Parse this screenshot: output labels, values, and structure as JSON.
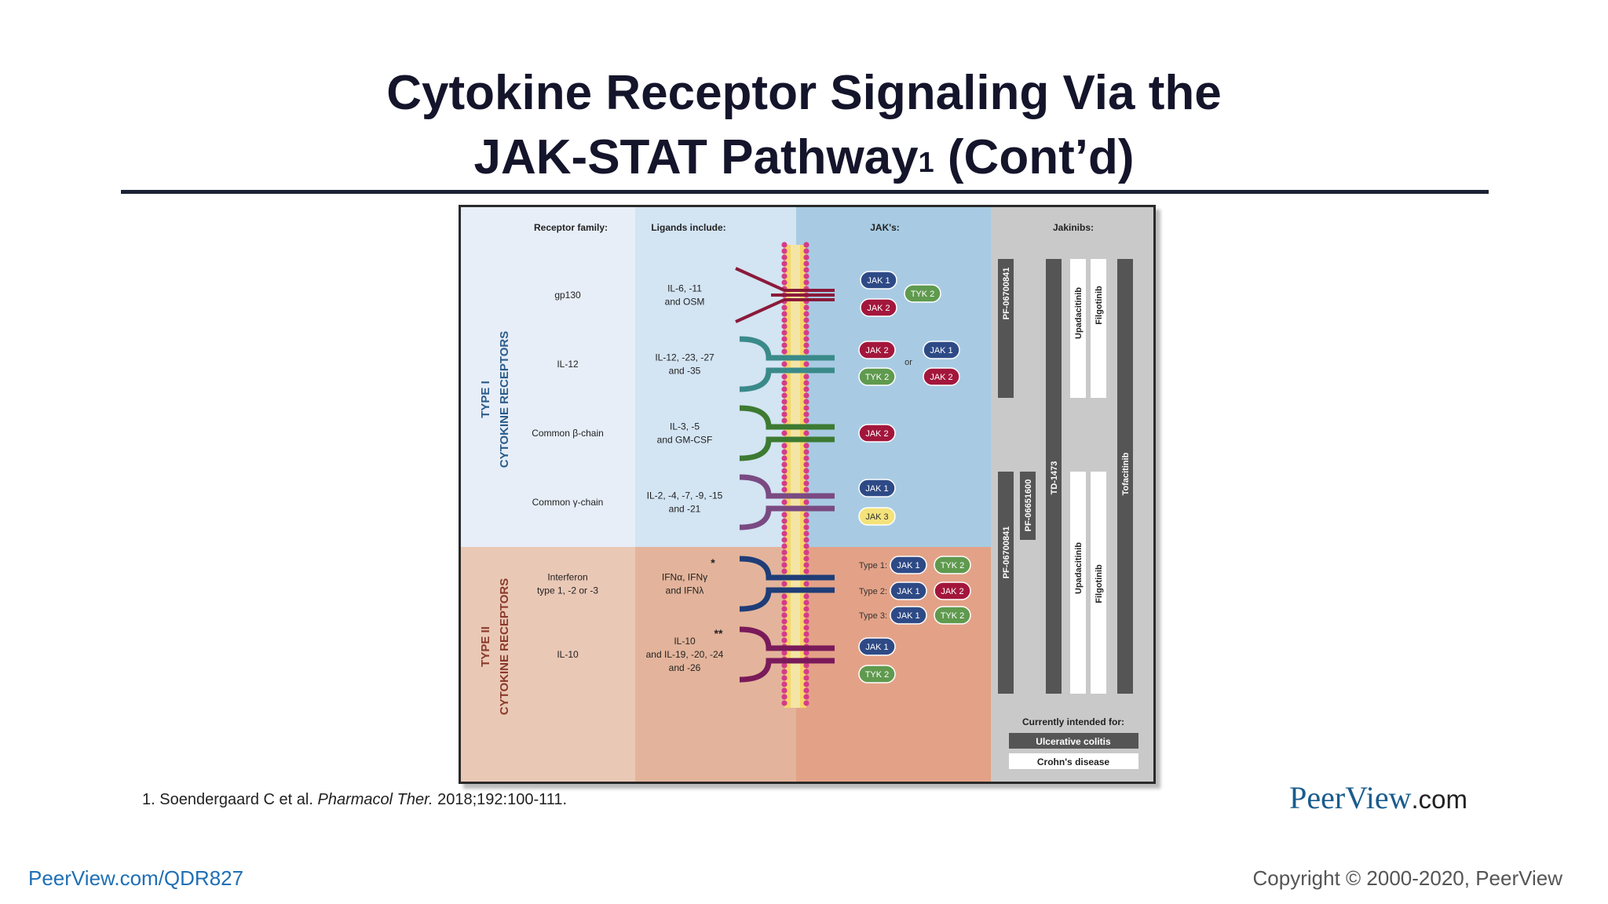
{
  "slide": {
    "title_line1": "Cytokine Receptor Signaling Via the",
    "title_line2": "JAK-STAT Pathway",
    "title_sup": "1",
    "title_tail": " (Cont’d)"
  },
  "figure": {
    "headers": {
      "receptor_family": "Receptor family:",
      "ligands": "Ligands include:",
      "jaks": "JAK's:",
      "jakinibs": "Jakinibs:"
    },
    "type1_label": [
      "TYPE I",
      "CYTOKINE RECEPTORS"
    ],
    "type2_label": [
      "TYPE II",
      "CYTOKINE RECEPTORS"
    ],
    "rows": [
      {
        "family": [
          "gp130"
        ],
        "ligands": [
          "IL-6, -11",
          "and OSM"
        ],
        "color": "#8b1a3a"
      },
      {
        "family": [
          "IL-12"
        ],
        "ligands": [
          "IL-12, -23, -27",
          "and -35"
        ],
        "color": "#3a8a8a"
      },
      {
        "family": [
          "Common β-chain"
        ],
        "ligands": [
          "IL-3, -5",
          "and GM-CSF"
        ],
        "color": "#3d7a32"
      },
      {
        "family": [
          "Common γ-chain"
        ],
        "ligands": [
          "IL-2, -4, -7, -9, -15",
          "and -21"
        ],
        "color": "#7a4a82"
      },
      {
        "family": [
          "Interferon",
          "type 1, -2 or -3"
        ],
        "ligands": [
          "IFNα, IFNγ",
          "and IFNλ"
        ],
        "mark": "*",
        "color": "#1f3d78"
      },
      {
        "family": [
          "IL-10"
        ],
        "ligands": [
          "IL-10",
          "and IL-19, -20, -24",
          "and -26"
        ],
        "mark": "**",
        "color": "#7a1a5a"
      }
    ],
    "jak": {
      "jak1": "JAK 1",
      "jak2": "JAK 2",
      "jak3": "JAK 3",
      "tyk2": "TYK 2",
      "or": "or",
      "type1": "Type 1:",
      "type2": "Type 2:",
      "type3": "Type 3:"
    },
    "jakinibs": {
      "pf067": "PF-06700841",
      "pf066": "PF-06651600",
      "td": "TD-1473",
      "upa": "Upadacitinib",
      "filgo": "Filgotinib",
      "tofa": "Tofacitinib"
    },
    "legend": {
      "title": "Currently intended for:",
      "uc": "Ulcerative colitis",
      "cd": "Crohn's disease"
    },
    "colors": {
      "jak1": "#2e4a86",
      "jak2": "#a3163c",
      "jak3": "#f4e27a",
      "tyk2": "#5f9a4e",
      "type1_bg": "#dfeaf6",
      "type2_bg": "#eac2ad",
      "jakinib_bg": "#c8c8c8",
      "uc_bar": "#555555"
    }
  },
  "reference": {
    "number": "1. Soendergaard C et al. ",
    "journal": "Pharmacol Ther.",
    "rest": " 2018;192:100-111."
  },
  "branding": {
    "logo_main": "PeerView",
    "logo_suffix": ".com",
    "url": "PeerView.com/QDR827",
    "copyright": "Copyright © 2000-2020, PeerView"
  }
}
